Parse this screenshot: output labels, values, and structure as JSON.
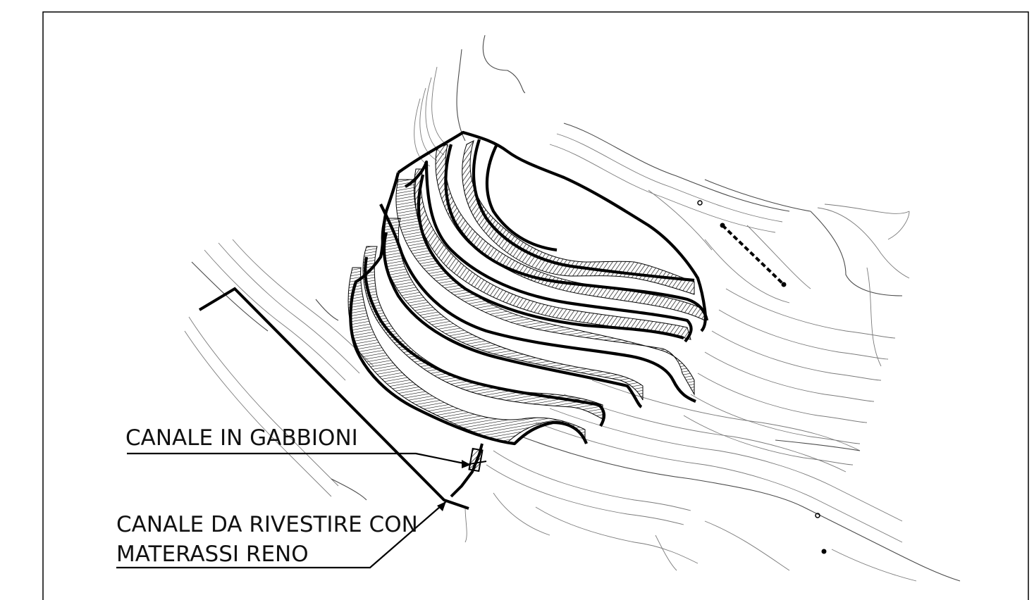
{
  "labels": {
    "gabbioni": "CANALE IN GABBIONI",
    "materassi_line1": "CANALE DA RIVESTIRE CON",
    "materassi_line2": "MATERASSI RENO"
  },
  "colors": {
    "ink": "#000000",
    "contour": "#4a4a4a",
    "background": "#ffffff"
  }
}
